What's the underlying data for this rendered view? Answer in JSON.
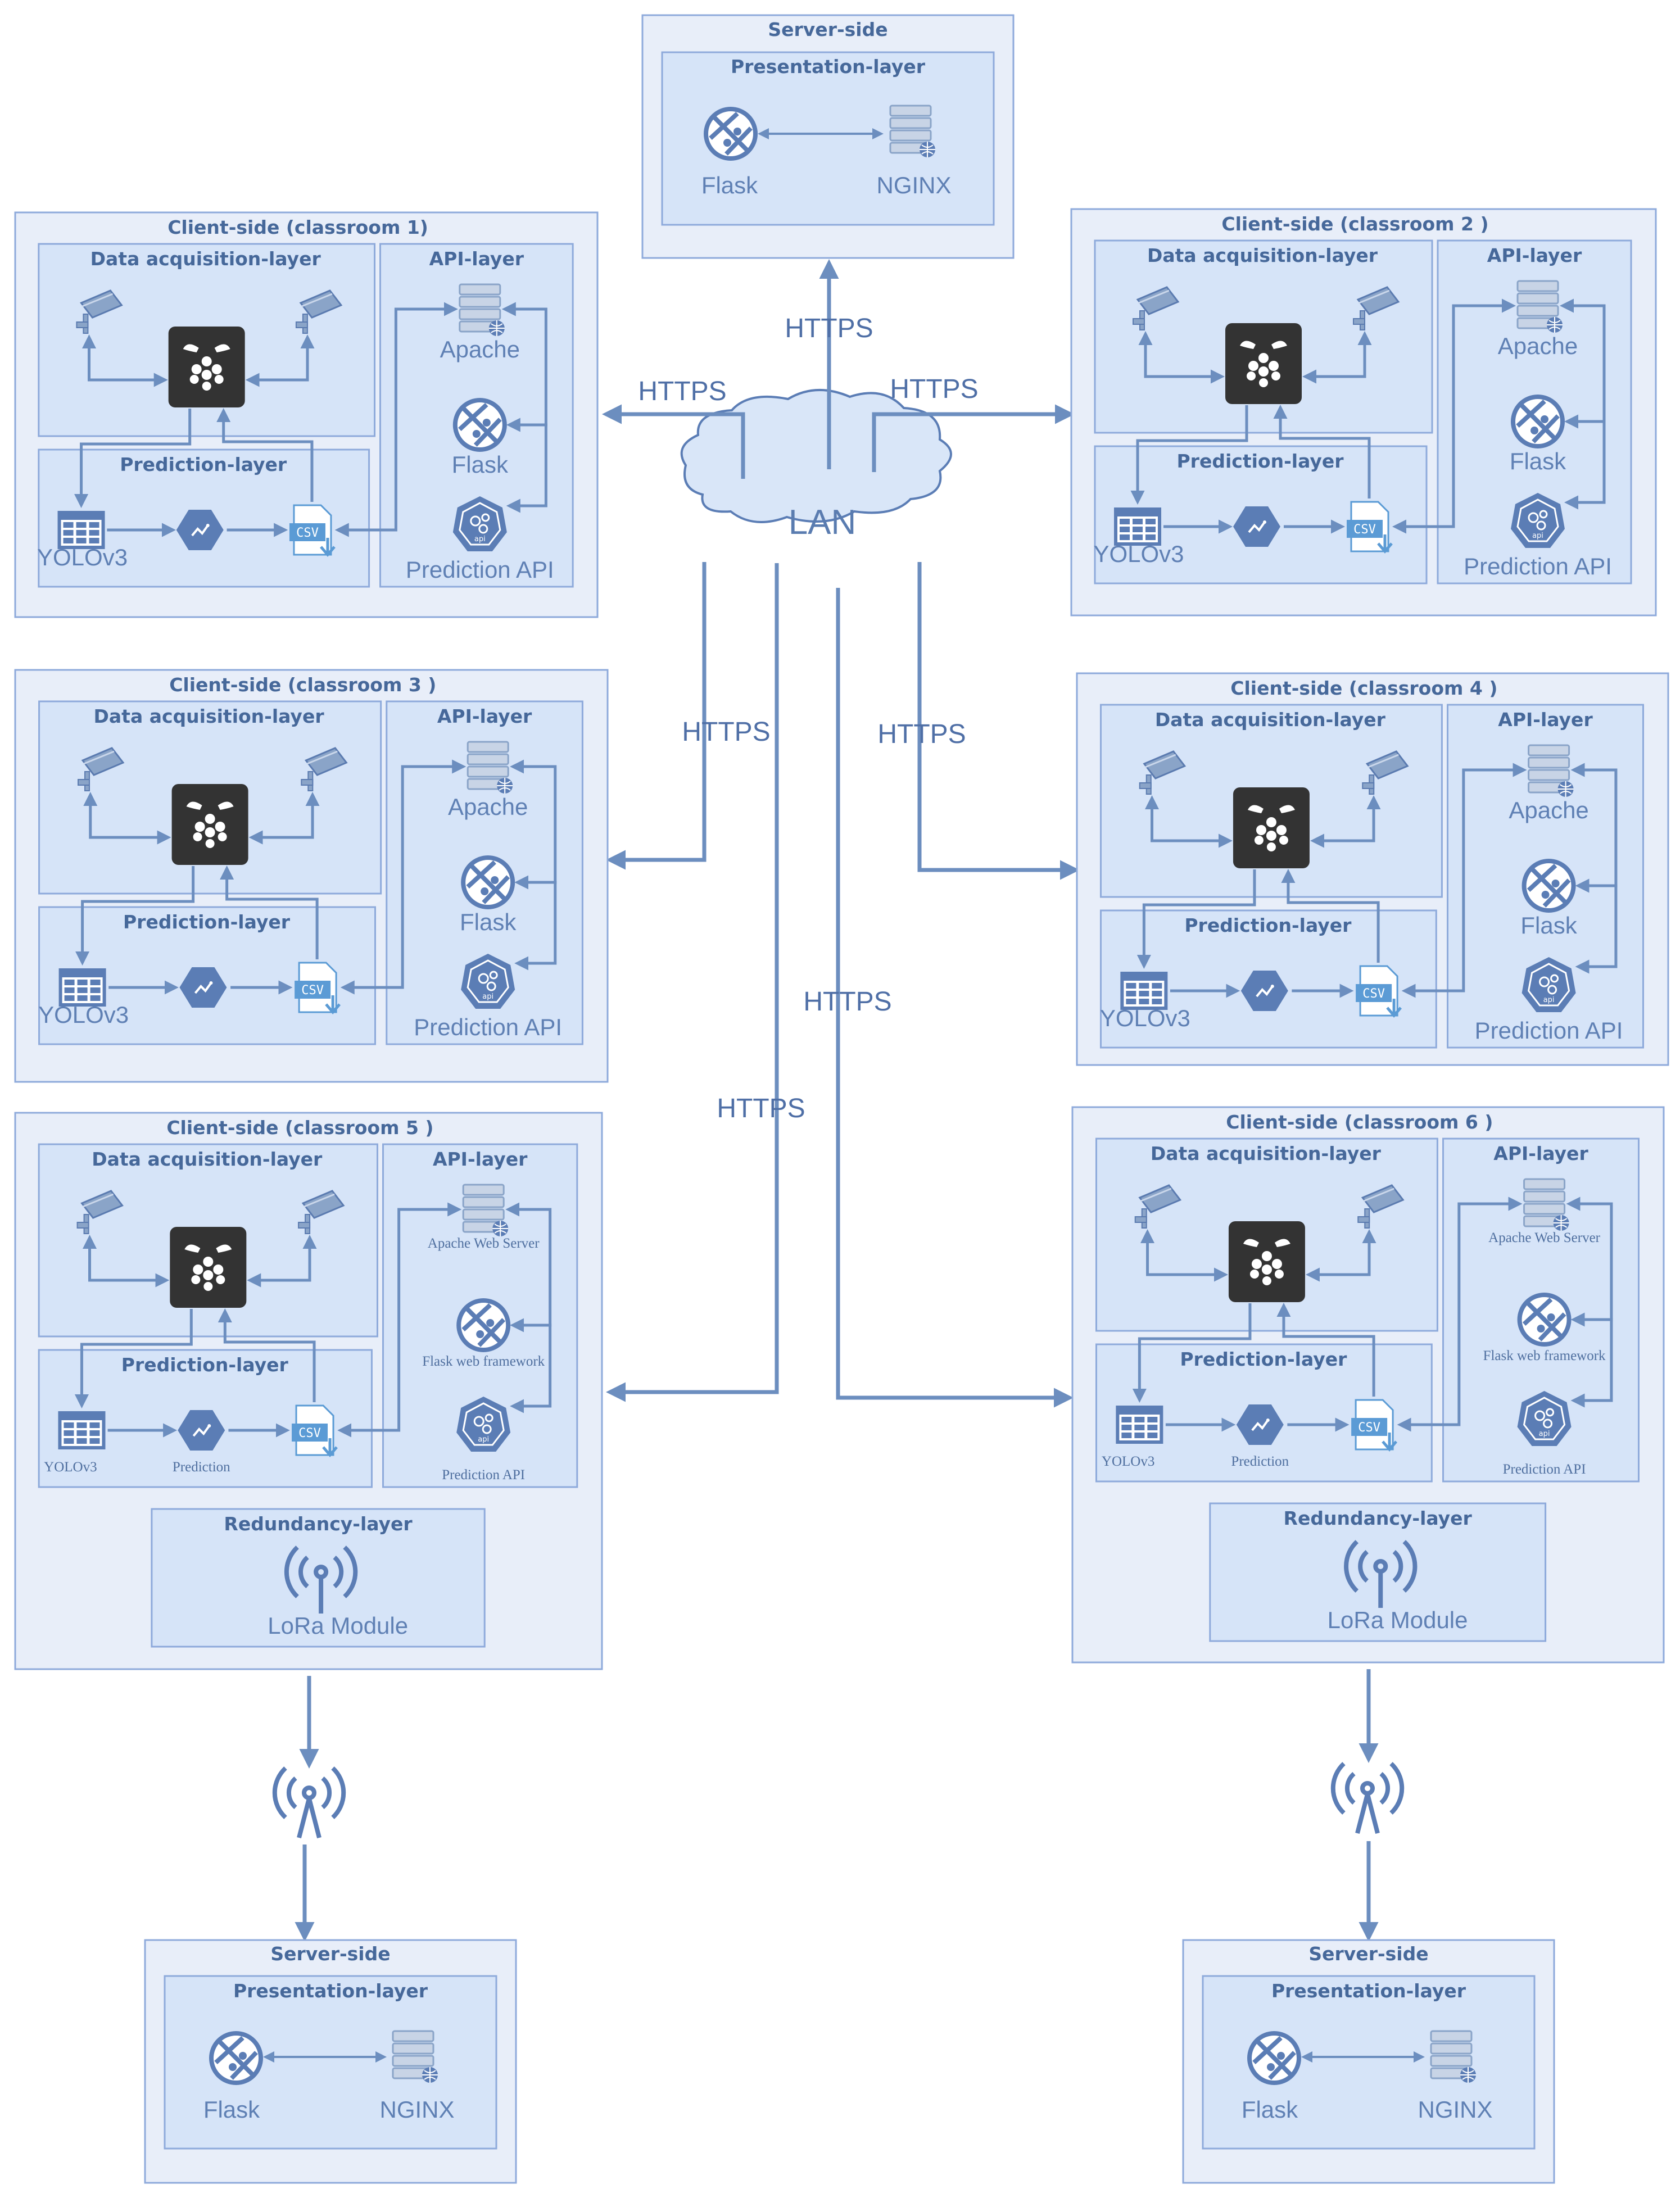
{
  "colors": {
    "outer_fill": "#e8eef9",
    "inner_fill": "#d6e4f8",
    "border": "#8eaadb",
    "line": "#6c8ebf",
    "title": "#46689a",
    "label": "#5f80b4",
    "dark_box": "#333333",
    "icon": "#6c8ebf"
  },
  "lan": {
    "label": "LAN"
  },
  "https_label": "HTTPS",
  "server_top": {
    "title": "Server-side",
    "layer": "Presentation-layer",
    "left": "Flask",
    "right": "NGINX"
  },
  "server_bottom_left": {
    "title": "Server-side",
    "layer": "Presentation-layer",
    "left": "Flask",
    "right": "NGINX"
  },
  "server_bottom_right": {
    "title": "Server-side",
    "layer": "Presentation-layer",
    "left": "Flask",
    "right": "NGINX"
  },
  "clients": [
    {
      "title": "Client-side (classroom 1)",
      "acq": "Data acquisition-layer",
      "pred": "Prediction-layer",
      "api": "API-layer",
      "yolo": "YOLOv3",
      "pred_lbl": "",
      "apache": "Apache",
      "flask": "Flask",
      "papi": "Prediction API"
    },
    {
      "title": "Client-side (classroom 2 )",
      "acq": "Data acquisition-layer",
      "pred": "Prediction-layer",
      "api": "API-layer",
      "yolo": "YOLOv3",
      "pred_lbl": "",
      "apache": "Apache",
      "flask": "Flask",
      "papi": "Prediction API"
    },
    {
      "title": "Client-side (classroom 3 )",
      "acq": "Data acquisition-layer",
      "pred": "Prediction-layer",
      "api": "API-layer",
      "yolo": "YOLOv3",
      "pred_lbl": "",
      "apache": "Apache",
      "flask": "Flask",
      "papi": "Prediction API"
    },
    {
      "title": "Client-side (classroom 4 )",
      "acq": "Data acquisition-layer",
      "pred": "Prediction-layer",
      "api": "API-layer",
      "yolo": "YOLOv3",
      "pred_lbl": "",
      "apache": "Apache",
      "flask": "Flask",
      "papi": "Prediction API"
    },
    {
      "title": "Client-side (classroom 5 )",
      "acq": "Data acquisition-layer",
      "pred": "Prediction-layer",
      "api": "API-layer",
      "yolo": "YOLOv3",
      "pred_lbl": "Prediction",
      "apache": "Apache Web Server",
      "flask": "Flask web framework",
      "papi": "Prediction API"
    },
    {
      "title": "Client-side (classroom 6 )",
      "acq": "Data acquisition-layer",
      "pred": "Prediction-layer",
      "api": "API-layer",
      "yolo": "YOLOv3",
      "pred_lbl": "Prediction",
      "apache": "Apache Web Server",
      "flask": "Flask web framework",
      "papi": "Prediction API"
    }
  ],
  "redundancy": {
    "title": "Redundancy-layer",
    "module": "LoRa Module"
  },
  "icons": [
    "cctv-camera-icon",
    "raspberry-pi-icon",
    "table-grid-icon",
    "analytics-hex-icon",
    "csv-file-icon",
    "server-stack-icon",
    "flask-globe-icon",
    "api-hex-icon",
    "antenna-icon",
    "lan-cloud-icon"
  ]
}
